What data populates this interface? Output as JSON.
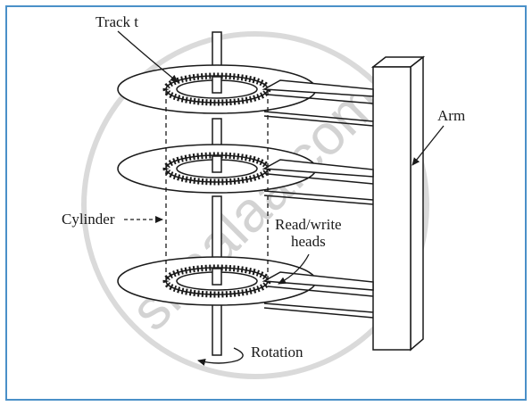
{
  "diagram": {
    "labels": {
      "track": "Track t",
      "arm": "Arm",
      "cylinder": "Cylinder",
      "heads_line1": "Read/write",
      "heads_line2": "heads",
      "rotation": "Rotation"
    },
    "watermark": "shaalaa.com",
    "colors": {
      "frame": "#4a90c8",
      "ink": "#1a1a1a",
      "watermark": "#cfcfcf"
    }
  }
}
